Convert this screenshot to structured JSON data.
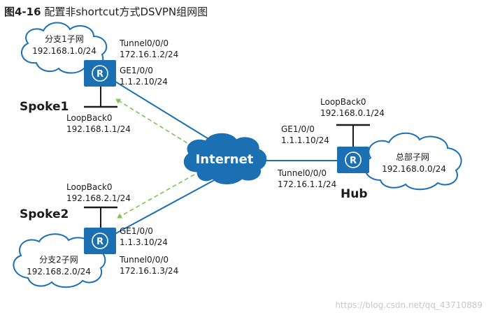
{
  "figure": {
    "number": "图4-16",
    "title": "配置非shortcut方式DSVPN组网图"
  },
  "network": {
    "internet_label": "Internet",
    "spoke1": {
      "name": "Spoke1",
      "lan_name": "分支1子网",
      "lan_subnet": "192.168.1.0/24",
      "tunnel_if": "Tunnel0/0/0",
      "tunnel_ip": "172.16.1.2/24",
      "ge_if": "GE1/0/0",
      "ge_ip": "1.1.2.10/24",
      "loopback_if": "LoopBack0",
      "loopback_ip": "192.168.1.1/24"
    },
    "spoke2": {
      "name": "Spoke2",
      "lan_name": "分支2子网",
      "lan_subnet": "192.168.2.0/24",
      "tunnel_if": "Tunnel0/0/0",
      "tunnel_ip": "172.16.1.3/24",
      "ge_if": "GE1/0/0",
      "ge_ip": "1.1.3.10/24",
      "loopback_if": "LoopBack0",
      "loopback_ip": "192.168.2.1/24"
    },
    "hub": {
      "name": "Hub",
      "lan_name": "总部子网",
      "lan_subnet": "192.168.0.0/24",
      "tunnel_if": "Tunnel0/0/0",
      "tunnel_ip": "172.16.1.1/24",
      "ge_if": "GE1/0/0",
      "ge_ip": "1.1.1.10/24",
      "loopback_if": "LoopBack0",
      "loopback_ip": "192.168.0.1/24"
    },
    "router_glyph": "R"
  },
  "watermark": "https://blog.csdn.net/qq_43710889",
  "colors": {
    "cloud_stroke": "#1b6fb3",
    "router_fill": "#1b6fb3",
    "internet_fill": "#1b6fb3",
    "link": "#1b6fb3",
    "dashed_arrow": "#7cc35a",
    "text": "#1a1a1a"
  },
  "icons": [
    "router-icon",
    "cloud-icon",
    "internet-cloud-icon",
    "loopback-icon"
  ]
}
